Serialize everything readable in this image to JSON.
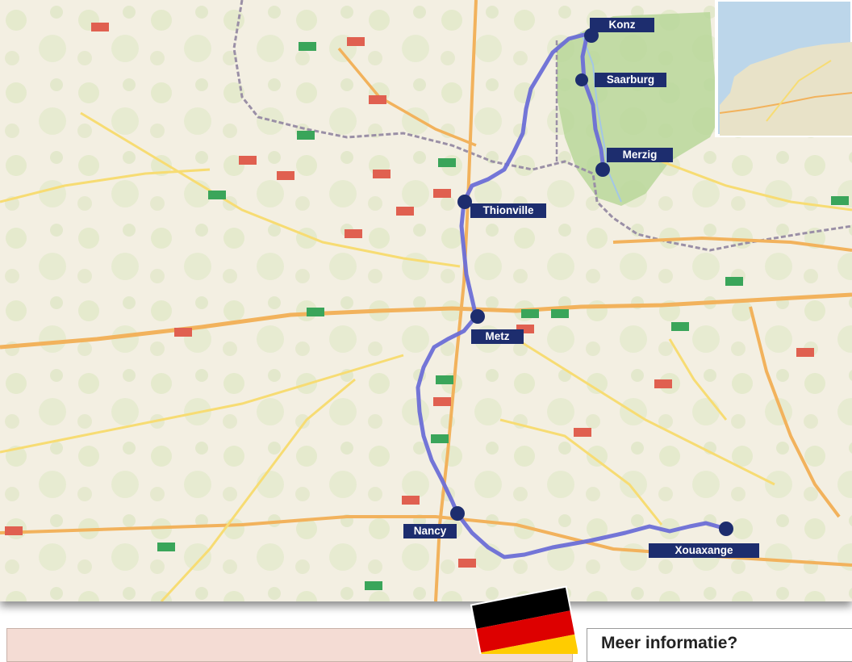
{
  "map": {
    "route_color": "#6c6ed6",
    "marker_color": "#1d2d6e",
    "label_bg": "#1d2d6e",
    "places": [
      {
        "id": "konz",
        "name": "Konz"
      },
      {
        "id": "saarburg",
        "name": "Saarburg"
      },
      {
        "id": "merzig",
        "name": "Merzig"
      },
      {
        "id": "thionville",
        "name": "Thionville"
      },
      {
        "id": "metz",
        "name": "Metz"
      },
      {
        "id": "nancy",
        "name": "Nancy"
      },
      {
        "id": "xouaxange",
        "name": "Xouaxange"
      }
    ]
  },
  "info": {
    "more_info_title": "Meer informatie?",
    "flag_colors": [
      "#000000",
      "#dd0000",
      "#ffcc00"
    ]
  }
}
